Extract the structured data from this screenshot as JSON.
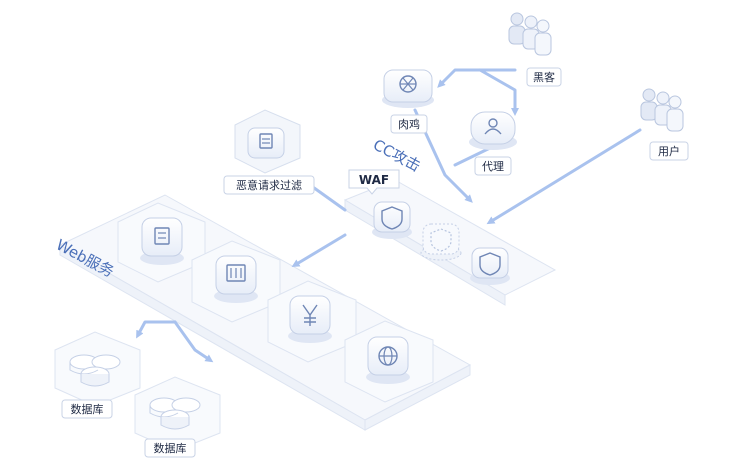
{
  "labels": {
    "hacker": "黑客",
    "zombie": "肉鸡",
    "proxy": "代理",
    "user": "用户",
    "filter": "恶意请求过滤",
    "waf": "WAF",
    "cc_attack": "CC攻击",
    "web_service": "Web服务",
    "db1": "数据库",
    "db2": "数据库"
  },
  "colors": {
    "accent": "#a9c2ee",
    "text": "#1f2a44",
    "caption": "#4a6fb8"
  }
}
